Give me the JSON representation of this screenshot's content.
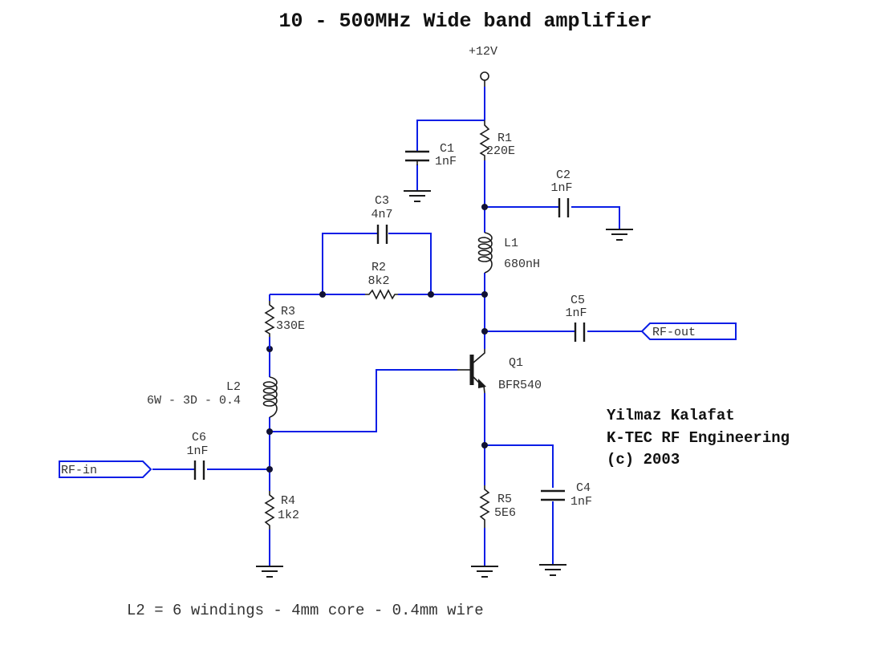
{
  "title": "10 - 500MHz Wide band amplifier",
  "supply": {
    "label": "+12V"
  },
  "components": {
    "R1": {
      "ref": "R1",
      "value": "220E"
    },
    "R2": {
      "ref": "R2",
      "value": "8k2"
    },
    "R3": {
      "ref": "R3",
      "value": "330E"
    },
    "R4": {
      "ref": "R4",
      "value": "1k2"
    },
    "R5": {
      "ref": "R5",
      "value": "5E6"
    },
    "C1": {
      "ref": "C1",
      "value": "1nF"
    },
    "C2": {
      "ref": "C2",
      "value": "1nF"
    },
    "C3": {
      "ref": "C3",
      "value": "4n7"
    },
    "C4": {
      "ref": "C4",
      "value": "1nF"
    },
    "C5": {
      "ref": "C5",
      "value": "1nF"
    },
    "C6": {
      "ref": "C6",
      "value": "1nF"
    },
    "L1": {
      "ref": "L1",
      "value": "680nH"
    },
    "L2": {
      "ref": "L2",
      "value": "6W - 3D - 0.4"
    },
    "Q1": {
      "ref": "Q1",
      "value": "BFR540"
    }
  },
  "ports": {
    "rf_in": "RF-in",
    "rf_out": "RF-out"
  },
  "credits": {
    "author": "Yilmaz Kalafat",
    "company": "K-TEC RF Engineering",
    "copyright": "(c) 2003"
  },
  "note": "L2 = 6 windings - 4mm core - 0.4mm wire",
  "colors": {
    "wire": "#0a1ee6",
    "component": "#1a1a1a",
    "label": "#333333"
  }
}
